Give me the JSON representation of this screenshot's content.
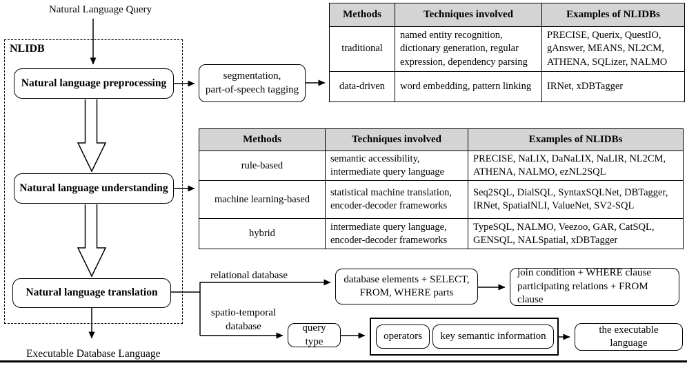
{
  "colors": {
    "header_bg": "#d4d4d4",
    "line": "#000000",
    "background": "#ffffff"
  },
  "flow": {
    "input_label": "Natural Language Query",
    "container_label": "NLIDB",
    "output_label": "Executable Database Language",
    "stage_preprocessing": "Natural language preprocessing",
    "stage_understanding": "Natural language understanding",
    "stage_translation": "Natural language translation",
    "segmentation_box": "segmentation,\npart-of-speech tagging"
  },
  "preprocessing_table": {
    "headers": [
      "Methods",
      "Techniques involved",
      "Examples of NLIDBs"
    ],
    "rows": [
      {
        "method": "traditional",
        "techniques": "named entity recognition, dictionary generation, regular expression, dependency parsing",
        "examples": "PRECISE, Querix, QuestIO, gAnswer, MEANS, NL2CM, ATHENA, SQLizer, NALMO"
      },
      {
        "method": "data-driven",
        "techniques": "word embedding, pattern linking",
        "examples": "IRNet, xDBTagger"
      }
    ]
  },
  "understanding_table": {
    "headers": [
      "Methods",
      "Techniques involved",
      "Examples of NLIDBs"
    ],
    "rows": [
      {
        "method": "rule-based",
        "techniques": "semantic accessibility, intermediate query language",
        "examples": "PRECISE, NaLIX, DaNaLIX, NaLIR, NL2CM, ATHENA, NALMO, ezNL2SQL"
      },
      {
        "method": "machine learning-based",
        "techniques": "statistical machine translation, encoder-decoder frameworks",
        "examples": "Seq2SQL, DialSQL, SyntaxSQLNet, DBTagger, IRNet, SpatialNLI, ValueNet, SV2-SQL"
      },
      {
        "method": "hybrid",
        "techniques": "intermediate query language, encoder-decoder frameworks",
        "examples": "TypeSQL, NALMO, Veezoo, GAR, CatSQL, GENSQL, NALSpatial, xDBTagger"
      }
    ]
  },
  "translation_flow": {
    "relational_label": "relational database",
    "spatiotemporal_label": "spatio-temporal\ndatabase",
    "relational_step1": "database elements + SELECT,\nFROM, WHERE parts",
    "relational_step2": "join condition + WHERE clause\nparticipating relations + FROM clause",
    "spatial_step1": "query type",
    "spatial_group_item1": "operators",
    "spatial_group_item2": "key semantic information",
    "spatial_step3": "the executable language"
  }
}
